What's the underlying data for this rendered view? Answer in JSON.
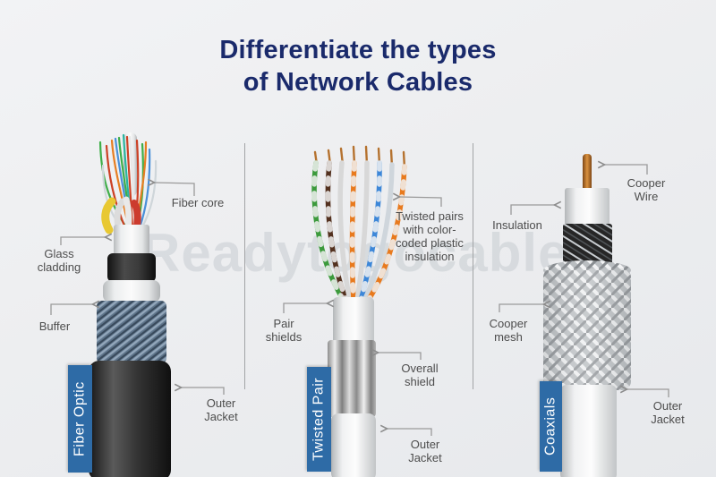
{
  "title": {
    "line1": "Differentiate the types",
    "line2": "of Network Cables"
  },
  "watermark": "Readytogocables",
  "colors": {
    "background": "#edeef0",
    "title-navy": "#1a2a6b",
    "banner-blue": "#2e6ba6",
    "label-gray": "#4d4d4d",
    "callout-gray": "#9a9a9a"
  },
  "sections": {
    "fiber": {
      "banner": "Fiber Optic",
      "labels": {
        "core": "Fiber core",
        "cladding": "Glass cladding",
        "buffer": "Buffer",
        "jacket": "Outer Jacket"
      }
    },
    "twisted": {
      "banner": "Twisted Pair",
      "labels": {
        "pairs": "Twisted pairs with color-coded plastic insulation",
        "shields": "Pair shields",
        "overall": "Overall shield",
        "jacket": "Outer Jacket"
      }
    },
    "coax": {
      "banner": "Coaxials",
      "labels": {
        "wire": "Cooper Wire",
        "insulation": "Insulation",
        "mesh": "Cooper mesh",
        "jacket": "Outer Jacket"
      }
    }
  }
}
